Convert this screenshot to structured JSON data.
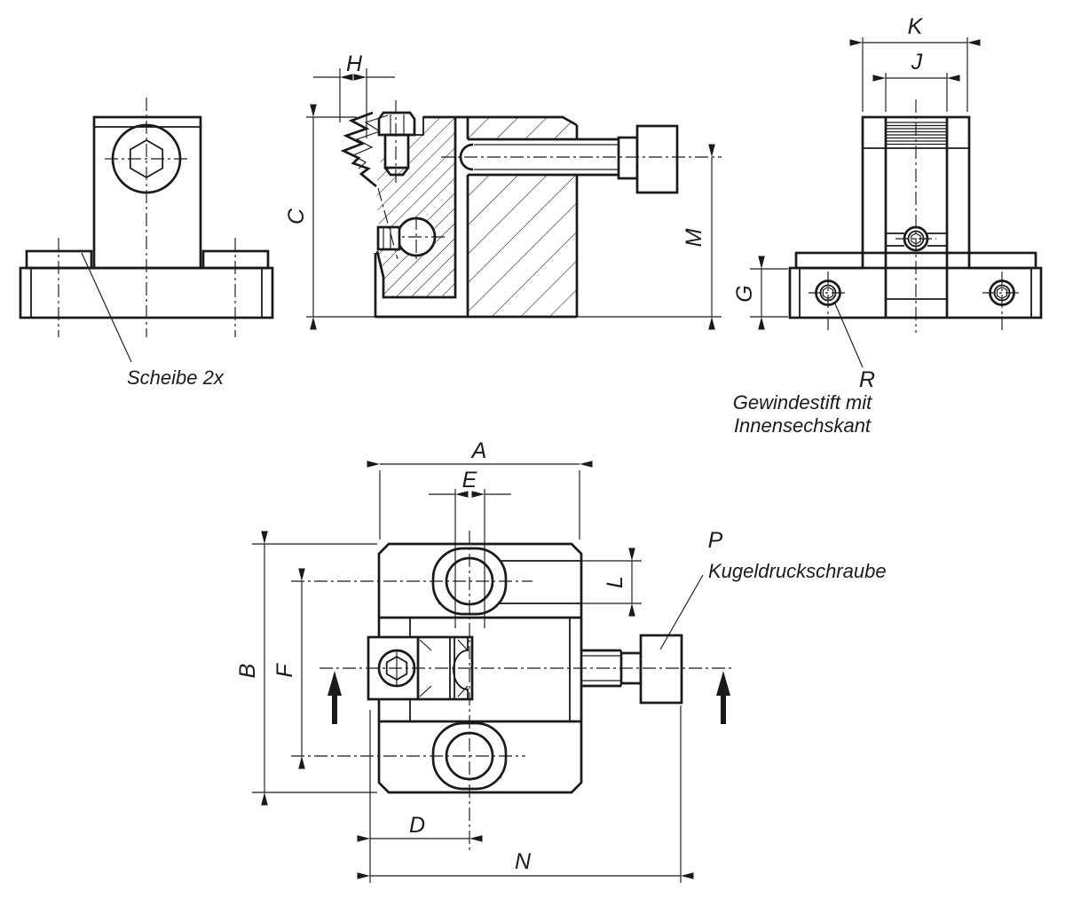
{
  "colors": {
    "ink": "#1a1a1a",
    "paper": "#ffffff"
  },
  "labels": {
    "A": "A",
    "B": "B",
    "C": "C",
    "D": "D",
    "E": "E",
    "F": "F",
    "G": "G",
    "H": "H",
    "J": "J",
    "K": "K",
    "L": "L",
    "M": "M",
    "N": "N",
    "P": "P",
    "R": "R"
  },
  "annotations": {
    "washer_note": "Scheibe 2x",
    "set_screw_ref": "R",
    "set_screw_note_line1": "Gewindestift mit",
    "set_screw_note_line2": "Innensechskant",
    "ball_screw_ref": "P",
    "ball_screw_note": "Kugeldruckschraube"
  }
}
